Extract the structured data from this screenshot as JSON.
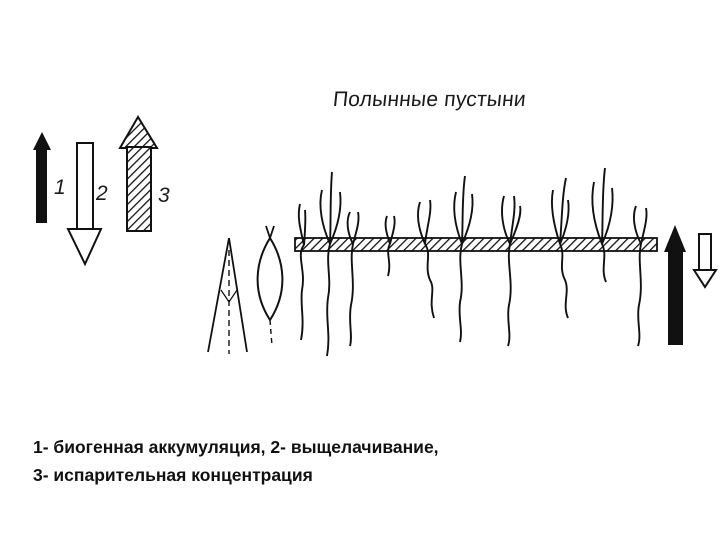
{
  "diagram": {
    "title": "Полынные пустыни",
    "legend_numbers": [
      "1",
      "2",
      "3"
    ]
  },
  "caption": {
    "line1": "1- биогенная аккумуляция, 2- выщелачивание,",
    "line2": "3- испарительная концентрация"
  }
}
